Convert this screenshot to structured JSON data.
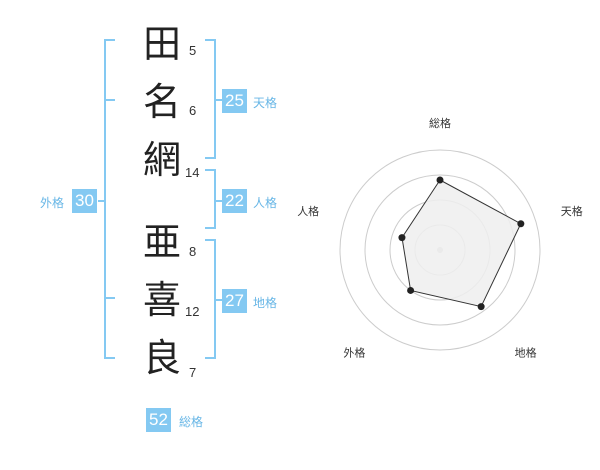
{
  "characters": [
    {
      "kanji": "田",
      "strokes": "5"
    },
    {
      "kanji": "名",
      "strokes": "6"
    },
    {
      "kanji": "網",
      "strokes": "14"
    },
    {
      "kanji": "亜",
      "strokes": "8"
    },
    {
      "kanji": "喜",
      "strokes": "12"
    },
    {
      "kanji": "良",
      "strokes": "7"
    }
  ],
  "fortunes": {
    "tenkaku": {
      "value": "25",
      "label": "天格"
    },
    "jinkaku": {
      "value": "22",
      "label": "人格"
    },
    "chikaku": {
      "value": "27",
      "label": "地格"
    },
    "gaikaku": {
      "value": "30",
      "label": "外格"
    },
    "soukaku": {
      "value": "52",
      "label": "総格"
    }
  },
  "colors": {
    "bracket": "#84c9f2",
    "badge": "#84c9f2",
    "badge_text": "#ffffff",
    "label_text": "#67b6e6",
    "radar_fill": "#eeeeee",
    "radar_stroke": "#333333",
    "grid": "#cccccc"
  },
  "chart_data": {
    "type": "radar",
    "axes": [
      "総格",
      "天格",
      "地格",
      "外格",
      "人格"
    ],
    "values": [
      0.7,
      0.85,
      0.7,
      0.5,
      0.4
    ],
    "max": 1,
    "rings": 4,
    "grid": true
  }
}
